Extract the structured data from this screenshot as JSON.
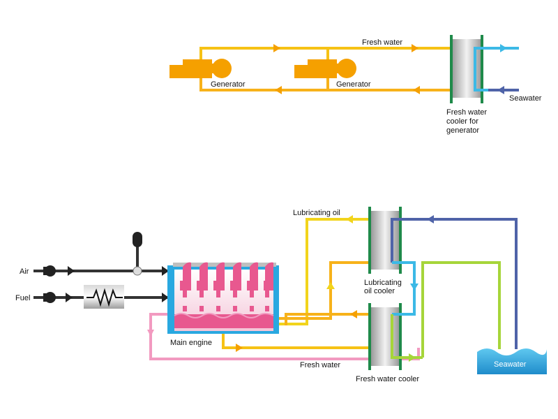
{
  "labels": {
    "fresh_water_top": "Fresh water",
    "generator_1": "Generator",
    "generator_2": "Generator",
    "seawater_top": "Seawater",
    "gen_cooler": [
      "Fresh water",
      "cooler for",
      "generator"
    ],
    "lubricating_oil": "Lubricating oil",
    "air": "Air",
    "fuel": "Fuel",
    "lube_cooler": [
      "Lubricating",
      "oil cooler"
    ],
    "main_engine": "Main engine",
    "fresh_water_bottom": "Fresh water",
    "fw_cooler": "Fresh water cooler",
    "seawater_bottom": "Seawater"
  },
  "colors": {
    "fresh_water": "#f6c215",
    "fresh_water_hot": "#f7a21a",
    "seawater_cold": "#3cb9e6",
    "seawater_out": "#4f63a8",
    "lube_oil": "#f2d41c",
    "green_loop": "#a6d53a",
    "pink_loop": "#f29ac0",
    "engine_blue": "#29a8e0",
    "engine_pink": "#e8588f",
    "generator_orange": "#f5a000",
    "cooler_frame": "#1f8a4a",
    "dark_line": "#333333"
  }
}
